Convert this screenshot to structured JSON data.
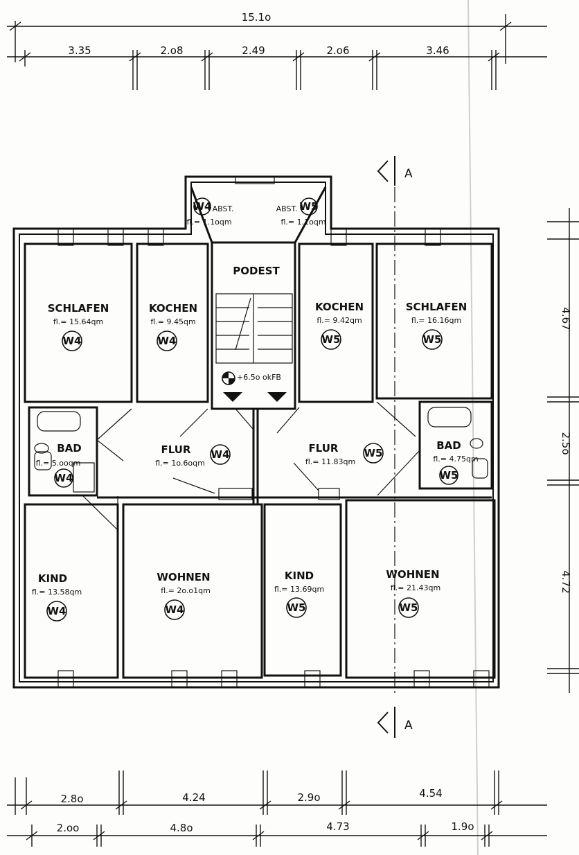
{
  "dimensions": {
    "top_total": "15.1o",
    "top_segments": [
      "3.35",
      "2.o8",
      "2.49",
      "2.o6",
      "3.46"
    ],
    "right_segments": [
      "4.67",
      "2.5o",
      "4.72"
    ],
    "bottom_row1": [
      "2.8o",
      "4.24",
      "2.9o",
      "4.54"
    ],
    "bottom_row2": [
      "2.oo",
      "4.8o",
      "4.73",
      "1.9o"
    ]
  },
  "section_marks": {
    "label": "A"
  },
  "rooms": {
    "schlafen_w4": {
      "name": "SCHLAFEN",
      "area": "fl.= 15.64qm",
      "unit": "W4"
    },
    "kochen_w4": {
      "name": "KOCHEN",
      "area": "fl.= 9.45qm",
      "unit": "W4"
    },
    "podest": {
      "name": "PODEST",
      "level": "+6.5o okFB"
    },
    "kochen_w5": {
      "name": "KOCHEN",
      "area": "fl.= 9.42qm",
      "unit": "W5"
    },
    "schlafen_w5": {
      "name": "SCHLAFEN",
      "area": "fl.= 16.16qm",
      "unit": "W5"
    },
    "abst_w4": {
      "name": "ABST.",
      "area": "fl.= 1.1oqm",
      "unit": "W4"
    },
    "abst_w5": {
      "name": "ABST.",
      "area": "fl.= 1.1oqm",
      "unit": "W5"
    },
    "bad_w4": {
      "name": "BAD",
      "area": "fl.= 5.ooqm",
      "unit": "W4"
    },
    "flur_w4": {
      "name": "FLUR",
      "area": "fl.= 1o.6oqm",
      "unit": "W4"
    },
    "flur_w5": {
      "name": "FLUR",
      "area": "fl.= 11.83qm",
      "unit": "W5"
    },
    "bad_w5": {
      "name": "BAD",
      "area": "fl.= 4.75qm",
      "unit": "W5"
    },
    "kind_w4": {
      "name": "KIND",
      "area": "fl.= 13.58qm",
      "unit": "W4"
    },
    "wohnen_w4": {
      "name": "WOHNEN",
      "area": "fl.= 2o.o1qm",
      "unit": "W4"
    },
    "kind_w5": {
      "name": "KIND",
      "area": "fl.= 13.69qm",
      "unit": "W5"
    },
    "wohnen_w5": {
      "name": "WOHNEN",
      "area": "fl.= 21.43qm",
      "unit": "W5"
    }
  }
}
